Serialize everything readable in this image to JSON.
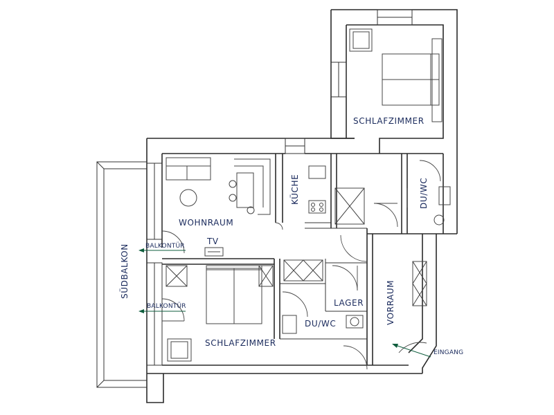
{
  "rooms": {
    "bedroom_top": "SCHLAFZIMMER",
    "living": "WOHNRAUM",
    "kitchen": "KÜCHE",
    "bath_top": "DU/WC",
    "tv": "TV",
    "balcony": "SÜDBALKON",
    "bedroom_bottom": "SCHLAFZIMMER",
    "bath_bottom": "DU/WC",
    "storage": "LAGER",
    "hallway": "VORRAUM"
  },
  "annotations": {
    "balcony_door_top": "BALKONTÜR",
    "balcony_door_bottom": "BALKONTÜR",
    "entrance": "EINGANG"
  },
  "colors": {
    "label": "#1a2a5c",
    "arrow": "#0d5c3c"
  }
}
